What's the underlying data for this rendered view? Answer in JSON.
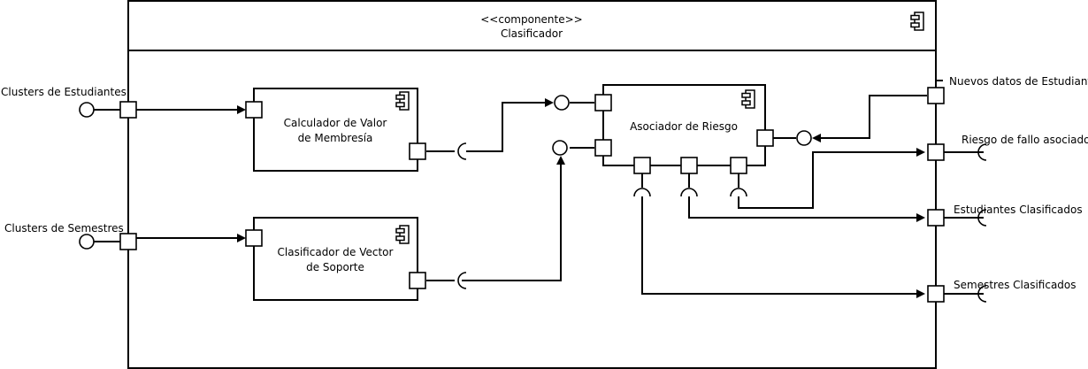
{
  "component": {
    "stereotype": "<<componente>>",
    "name": "Clasificador"
  },
  "inner_components": {
    "calculador": [
      "Calculador de Valor",
      "de Membresía"
    ],
    "svm": [
      "Clasificador de Vector",
      "de Soporte"
    ],
    "asociador": "Asociador de Riesgo"
  },
  "external_inputs": {
    "clusters_estudiantes": "Clusters de Estudiantes",
    "clusters_semestres": "Clusters de Semestres",
    "nuevos_datos": "Nuevos datos de Estudiante"
  },
  "external_outputs": {
    "riesgo_fallo": "Riesgo de fallo asociado",
    "estudiantes_clasificados": "Estudiantes Clasificados",
    "semestres_clasificados": "Semestres Clasificados"
  }
}
